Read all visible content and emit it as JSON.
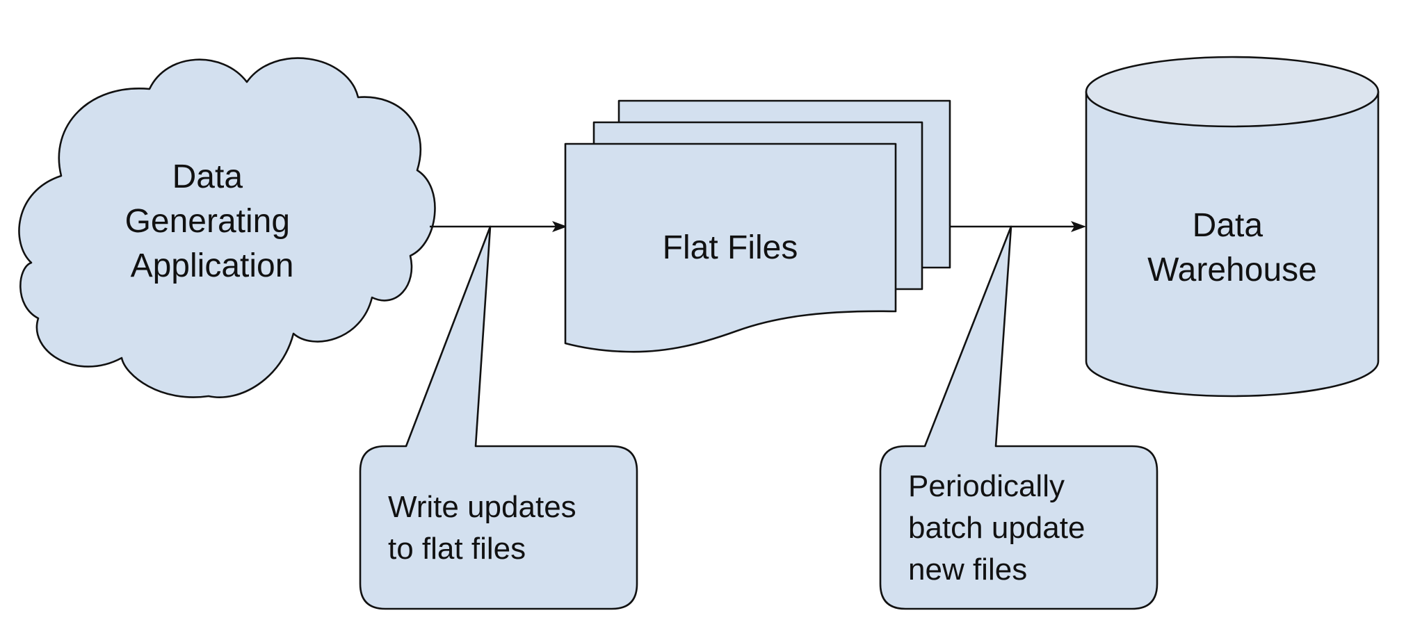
{
  "nodes": {
    "source": {
      "lines": [
        "Data",
        "Generating",
        "Application"
      ]
    },
    "files": {
      "label": "Flat Files"
    },
    "warehouse": {
      "lines": [
        "Data",
        "Warehouse"
      ]
    }
  },
  "callouts": {
    "write": {
      "lines": [
        "Write updates",
        "to flat files"
      ]
    },
    "batch": {
      "lines": [
        "Periodically",
        "batch update",
        "new files"
      ]
    }
  },
  "colors": {
    "shape_fill": "#d3e0ef",
    "cylinder_top_fill": "#dce4ee",
    "stroke": "#111111",
    "text": "#111111"
  }
}
